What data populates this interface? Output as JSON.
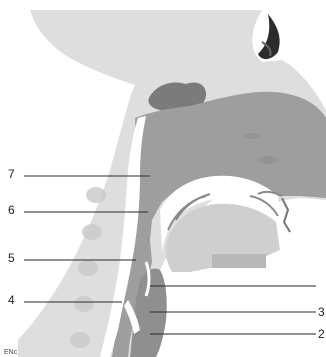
{
  "labels": [
    {
      "id": "7",
      "text": "7"
    },
    {
      "id": "6",
      "text": "6"
    },
    {
      "id": "5",
      "text": "5"
    },
    {
      "id": "4",
      "text": "4"
    }
  ],
  "right_labels": [
    {
      "id": "r1",
      "text": ""
    },
    {
      "id": "r2",
      "text": "3"
    },
    {
      "id": "r3",
      "text": "2"
    }
  ],
  "corner_text": "ENc",
  "colors": {
    "bone": "#d6d6d6",
    "soft_tissue": "#a9a9a9",
    "dark_tissue": "#8a8a8a",
    "airway": "#ffffff",
    "lines": "#2a2a2a"
  }
}
